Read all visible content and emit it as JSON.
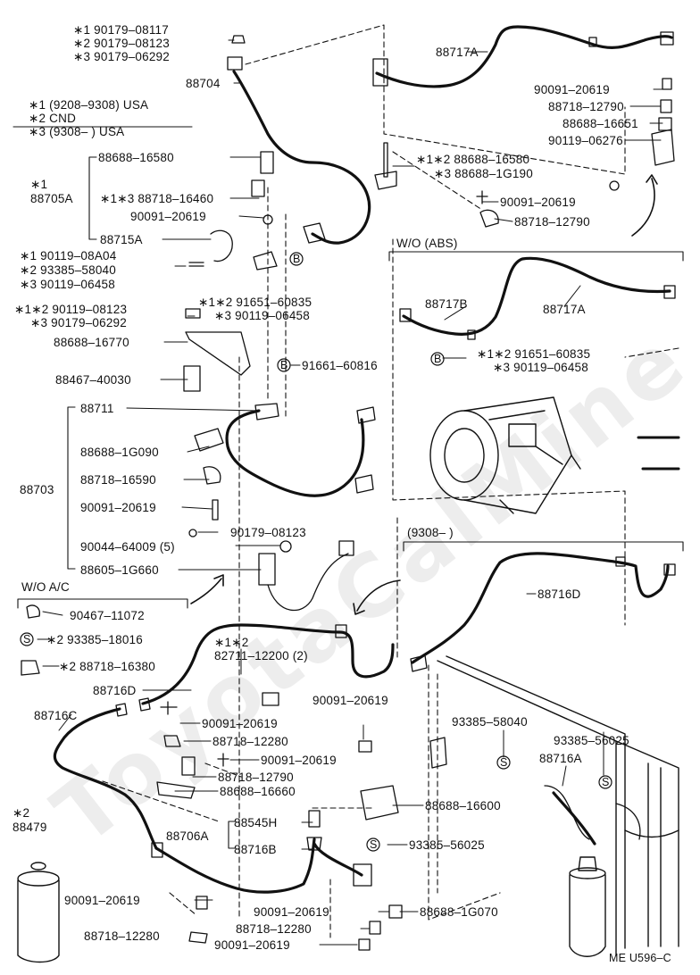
{
  "watermark": "ToyotaCalMine",
  "legend": {
    "l1": "∗1  (9208–9308) USA",
    "l2": "∗2  CND",
    "l3": "∗3  (9308–        ) USA"
  },
  "sections": {
    "wo_abs": "W/O (ABS)",
    "wo_ac": "W/O  A/C",
    "sect_9308": "(9308–          )"
  },
  "callouts": {
    "b_symbol": "B",
    "s_symbol": "S"
  },
  "labels": {
    "p01": "∗1  90179–08117",
    "p02": "∗2  90179–08123",
    "p03": "∗3  90179–06292",
    "p04": "88704",
    "p05": "88688–16580",
    "p06": "∗1",
    "p07": "88705A",
    "p08": "∗1∗3  88718–16460",
    "p09": "90091–20619",
    "p10": "88715A",
    "p11": "∗1  90119–08A04",
    "p12": "∗2  93385–58040",
    "p13": "∗3  90119–06458",
    "p14": "∗1∗2  91651–60835",
    "p15": "∗3  90119–06458",
    "p16": "∗1∗2  90119–08123",
    "p17": "∗3  90179–06292",
    "p18": "88688–16770",
    "p19": "88467–40030",
    "p20": "91661–60816",
    "p21": "88711",
    "p22": "88688–1G090",
    "p23": "88703",
    "p24": "88718–16590",
    "p25": "90091–20619",
    "p26": "90179–08123",
    "p27": "90044–64009 (5)",
    "p28": "88605–1G660",
    "p29": "90467–11072",
    "p30": "∗2  93385–18016",
    "p31": "∗2  88718–16380",
    "p32": "88716D",
    "p33": "88716C",
    "p34": "90091–20619",
    "p35": "88718–12280",
    "p36": "90091–20619",
    "p37": "88718–12790",
    "p38": "88688–16660",
    "p39": "∗2",
    "p40": "88479",
    "p41": "88706A",
    "p42": "88545H",
    "p43": "88716B",
    "p44": "90091–20619",
    "p45": "88718–12280",
    "p46": "90091–20619",
    "p47": "88718–12280",
    "p48": "90091–20619",
    "p49": "∗1∗2",
    "p50": "82711–12200 (2)",
    "p51": "90091–20619",
    "p52": "88717A",
    "p53": "90091–20619",
    "p54": "88718–12790",
    "p55": "88688–16651",
    "p56": "90119–06276",
    "p57": "∗1∗2  88688–16580",
    "p58": "∗3  88688–1G190",
    "p59": "90091–20619",
    "p60": "88718–12790",
    "p61": "88717B",
    "p62": "88717A",
    "p63": "∗1∗2  91651–60835",
    "p64": "∗3  90119–06458",
    "p65": "88716D",
    "p66": "93385–58040",
    "p67": "93385–56025",
    "p68": "88716A",
    "p69": "88688–16600",
    "p70": "93385–56025",
    "p71": "88688–1G070",
    "p72": "ME U596–C"
  }
}
